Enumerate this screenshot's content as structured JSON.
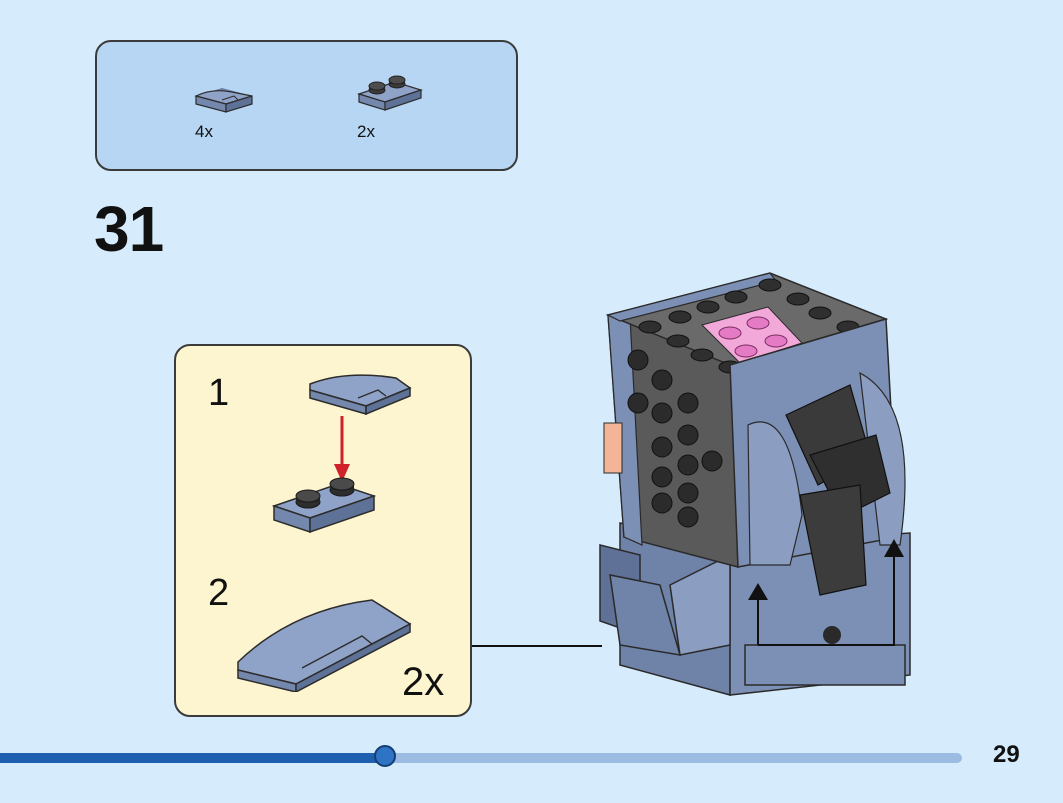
{
  "parts_callout": {
    "items": [
      {
        "icon": "slope-curved-tile-icon",
        "quantity": "4x"
      },
      {
        "icon": "plate-1x2-icon",
        "quantity": "2x"
      }
    ]
  },
  "step": {
    "number": "31"
  },
  "subassembly": {
    "steps": [
      {
        "number": "1"
      },
      {
        "number": "2",
        "quantity": "2x"
      }
    ]
  },
  "progress": {
    "fraction": 0.4
  },
  "page": {
    "number": "29"
  },
  "colors": {
    "background": "#d6ebfb",
    "parts_callout_bg": "#b6d6f3",
    "subassembly_bg": "#fdf5cf",
    "brick_blue_grey": "#7c8fb4",
    "brick_dark": "#3a3a3a",
    "brick_pink": "#f2a8d8",
    "arrow_red": "#d0202a",
    "progress_fill": "#1e5fb0",
    "progress_track": "#9bbbe2"
  }
}
